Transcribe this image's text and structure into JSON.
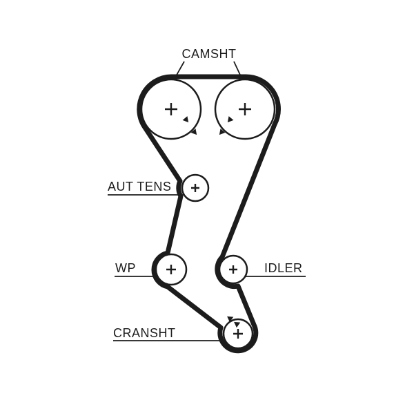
{
  "diagram": {
    "type": "timing-belt-routing",
    "labels": {
      "camshaft": "CAMSHT",
      "auto_tensioner": "AUT TENS",
      "water_pump": "WP",
      "idler": "IDLER",
      "crankshaft": "CRANSHT"
    },
    "colors": {
      "belt": "#1c1c1c",
      "outline": "#1c1c1c",
      "background": "#ffffff"
    }
  }
}
